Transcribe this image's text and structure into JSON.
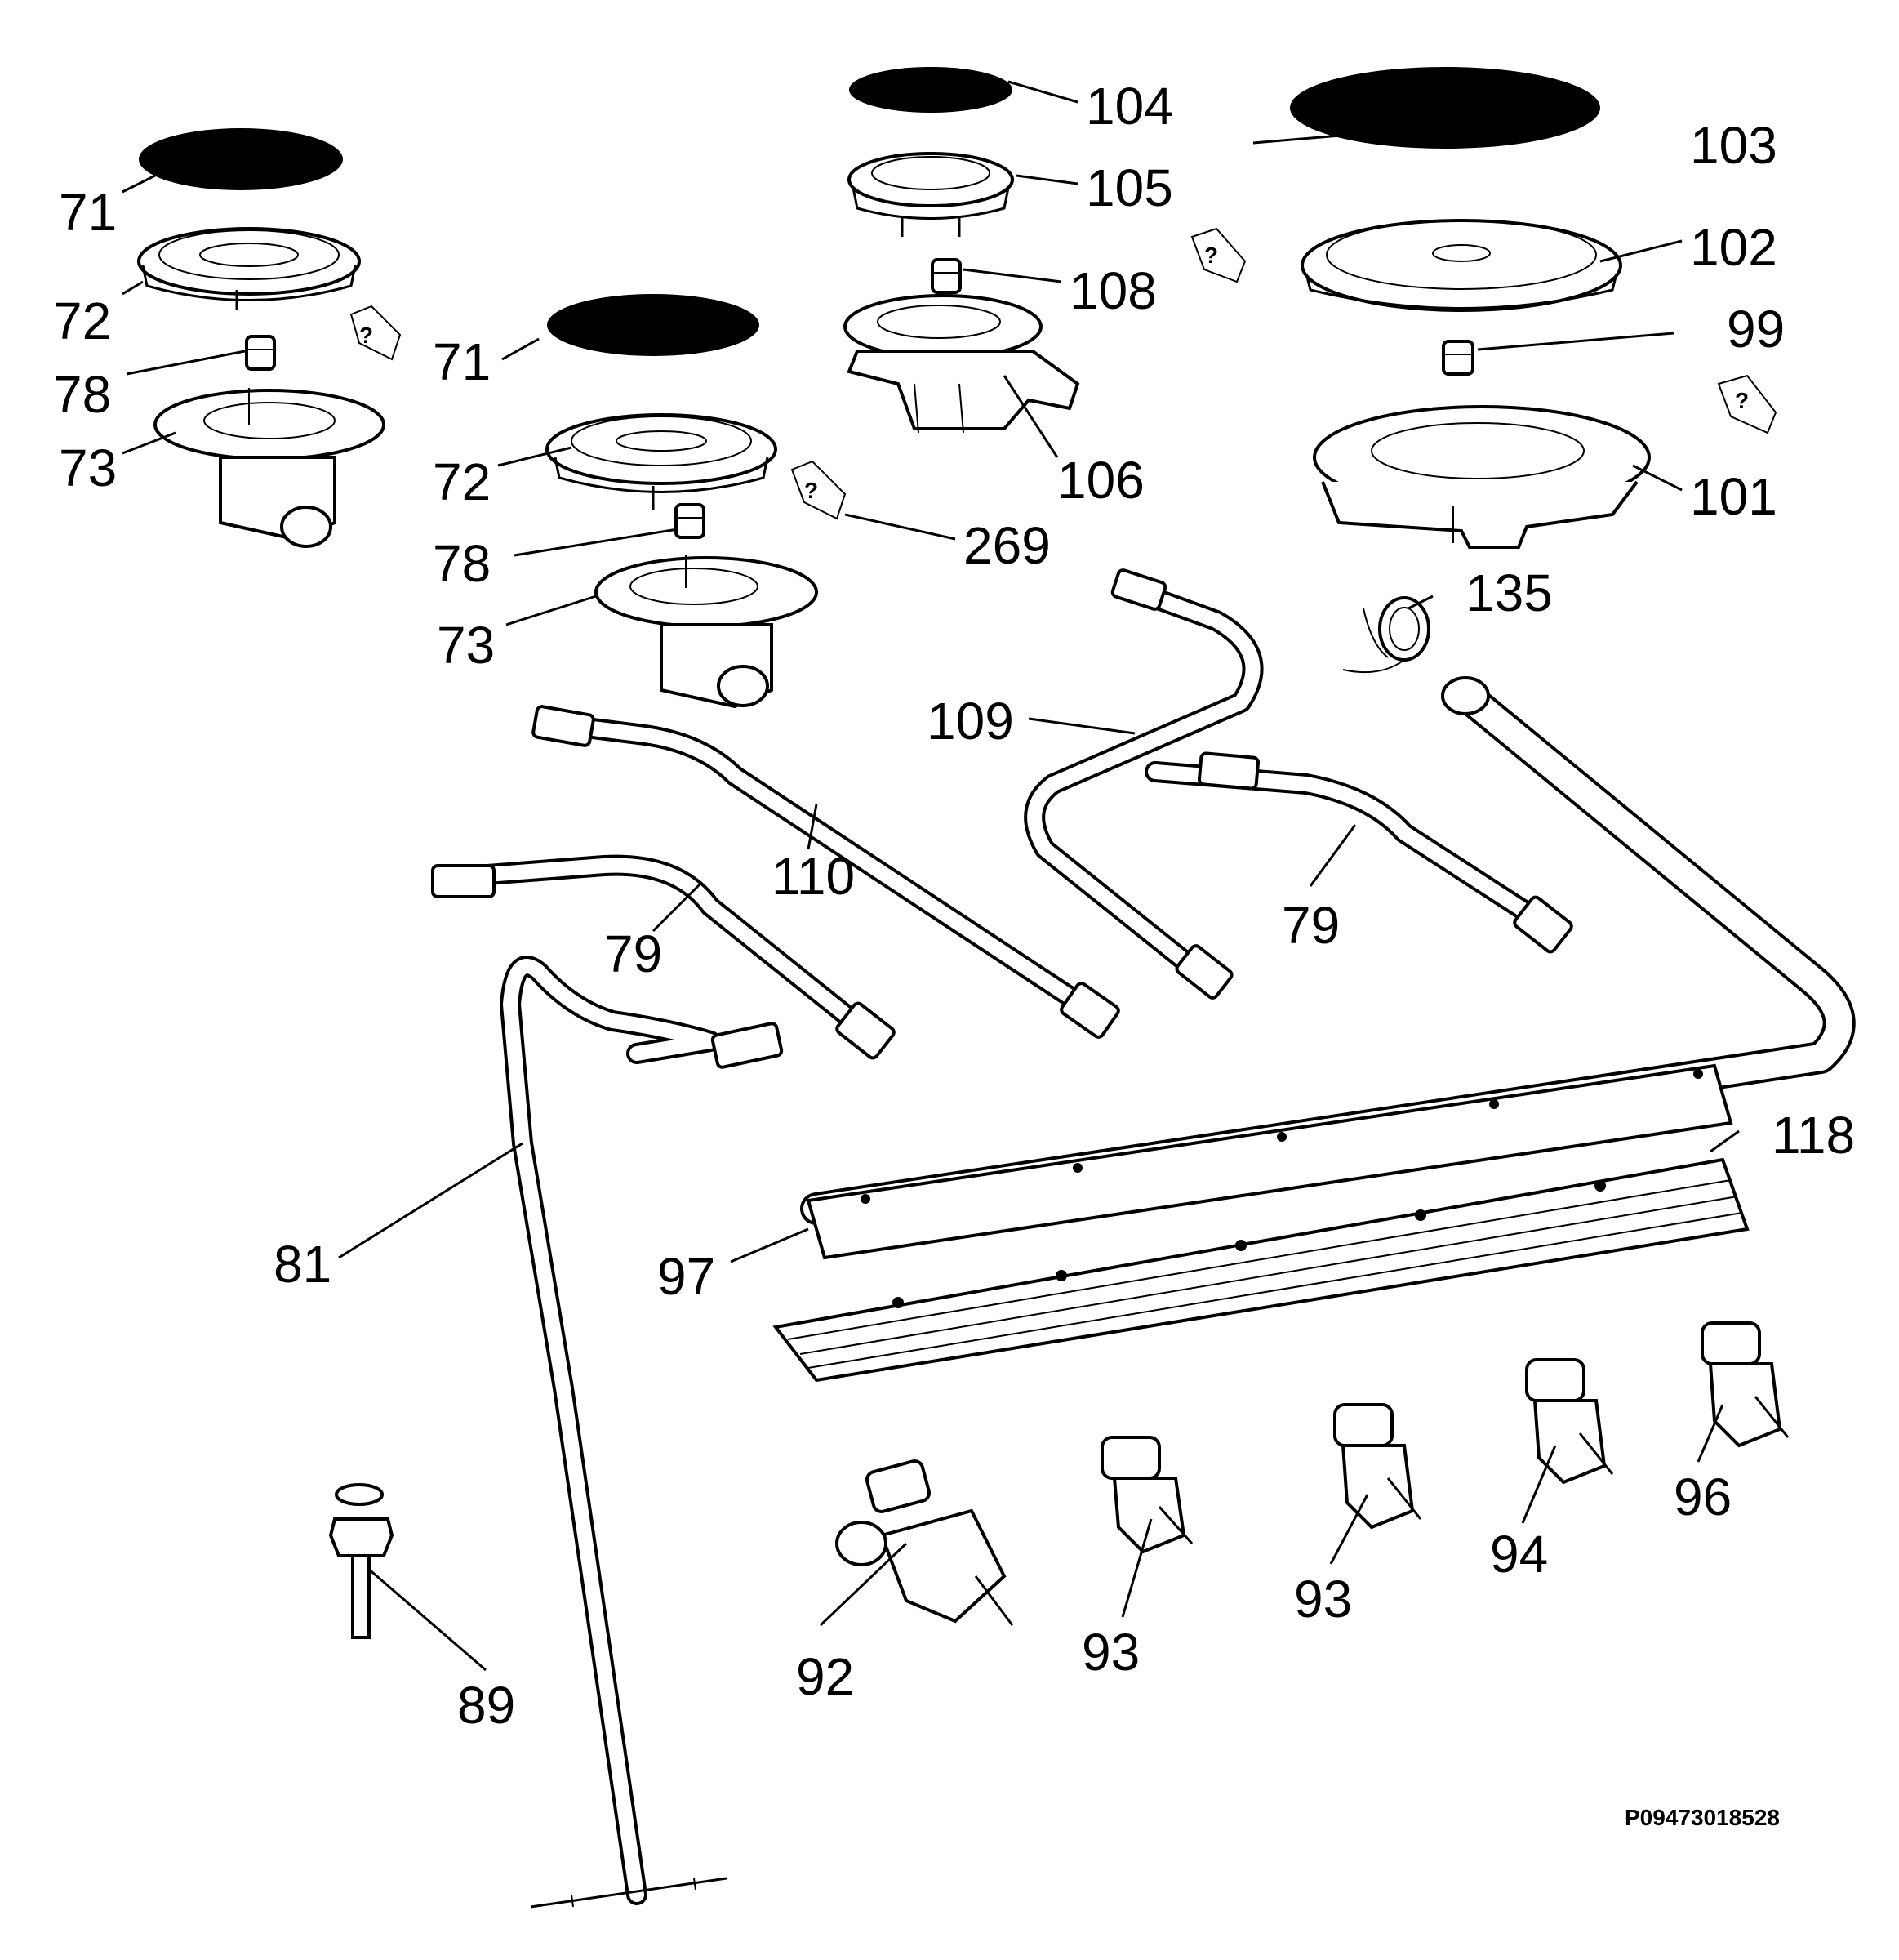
{
  "diagram": {
    "reference_code": "P09473018528",
    "callouts": [
      "71",
      "72",
      "78",
      "73",
      "71",
      "72",
      "78",
      "73",
      "104",
      "105",
      "108",
      "106",
      "269",
      "103",
      "102",
      "99",
      "101",
      "135",
      "109",
      "110",
      "79",
      "79",
      "81",
      "97",
      "118",
      "89",
      "92",
      "93",
      "93",
      "94",
      "96"
    ]
  }
}
